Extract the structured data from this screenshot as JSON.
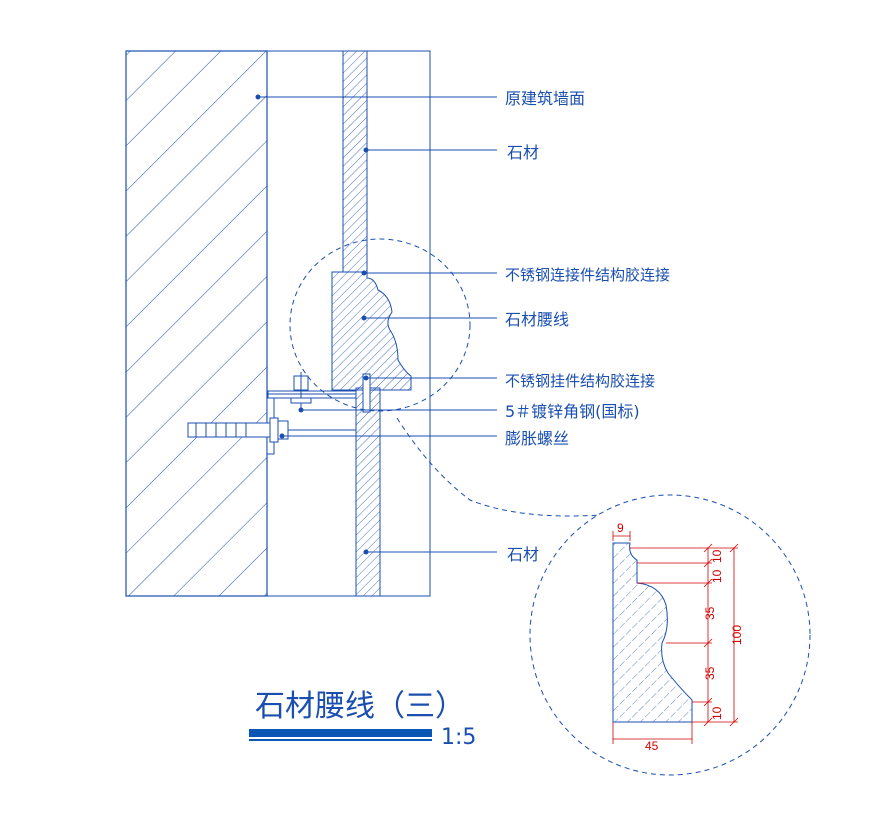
{
  "drawing": {
    "title": "石材腰线（三）",
    "scale": "1:5",
    "line_color": "#1a4fb0",
    "dim_color": "#d10000",
    "title_bar_color": "#0a56b4"
  },
  "callouts": {
    "wall": "原建筑墙面",
    "stone_top": "石材",
    "glue_connector": "不锈钢连接件结构胶连接",
    "stone_molding": "石材腰线",
    "glue_hanger": "不锈钢挂件结构胶连接",
    "angle_steel": "5＃镀锌角钢(国标)",
    "expansion_bolt": "膨胀螺丝",
    "stone_bottom": "石材"
  },
  "detail_dims": {
    "top_width": "9",
    "right_1": "10",
    "right_2": "10",
    "right_3": "35",
    "right_4": "35",
    "right_5": "10",
    "total_height": "100",
    "bottom_width": "45"
  }
}
